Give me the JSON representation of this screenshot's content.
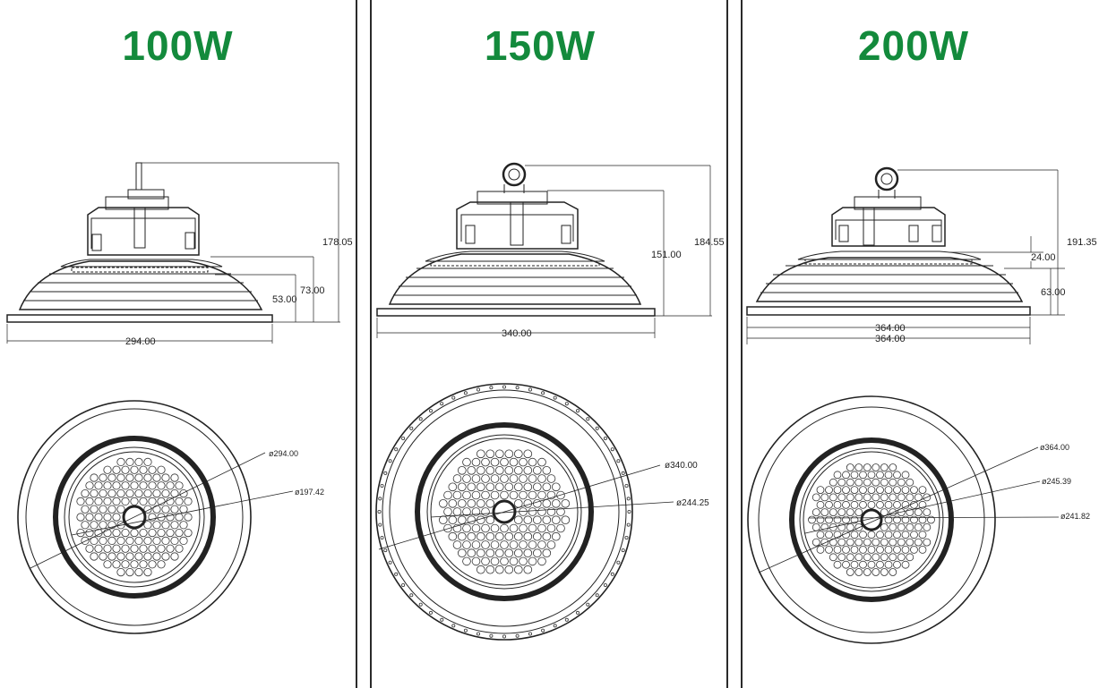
{
  "colors": {
    "accent": "#138a3c",
    "line": "#222222"
  },
  "panels": [
    {
      "title": "100W",
      "side": {
        "width": "294.00",
        "height_total": "178.05",
        "height_b": "73.00",
        "height_a": "53.00"
      },
      "bottom": {
        "outer": "ø294.00",
        "inner": "ø197.42"
      }
    },
    {
      "title": "150W",
      "side": {
        "width": "340.00",
        "height_total": "184.55",
        "height_b": "151.00"
      },
      "bottom": {
        "outer": "ø340.00",
        "inner": "ø244.25"
      }
    },
    {
      "title": "200W",
      "side": {
        "width_a": "364.00",
        "width_b": "364.00",
        "height_total": "191.35",
        "height_b": "24.00",
        "height_a": "63.00"
      },
      "bottom": {
        "outer": "ø364.00",
        "inner": "ø245.39",
        "center": "ø241.82"
      }
    }
  ]
}
